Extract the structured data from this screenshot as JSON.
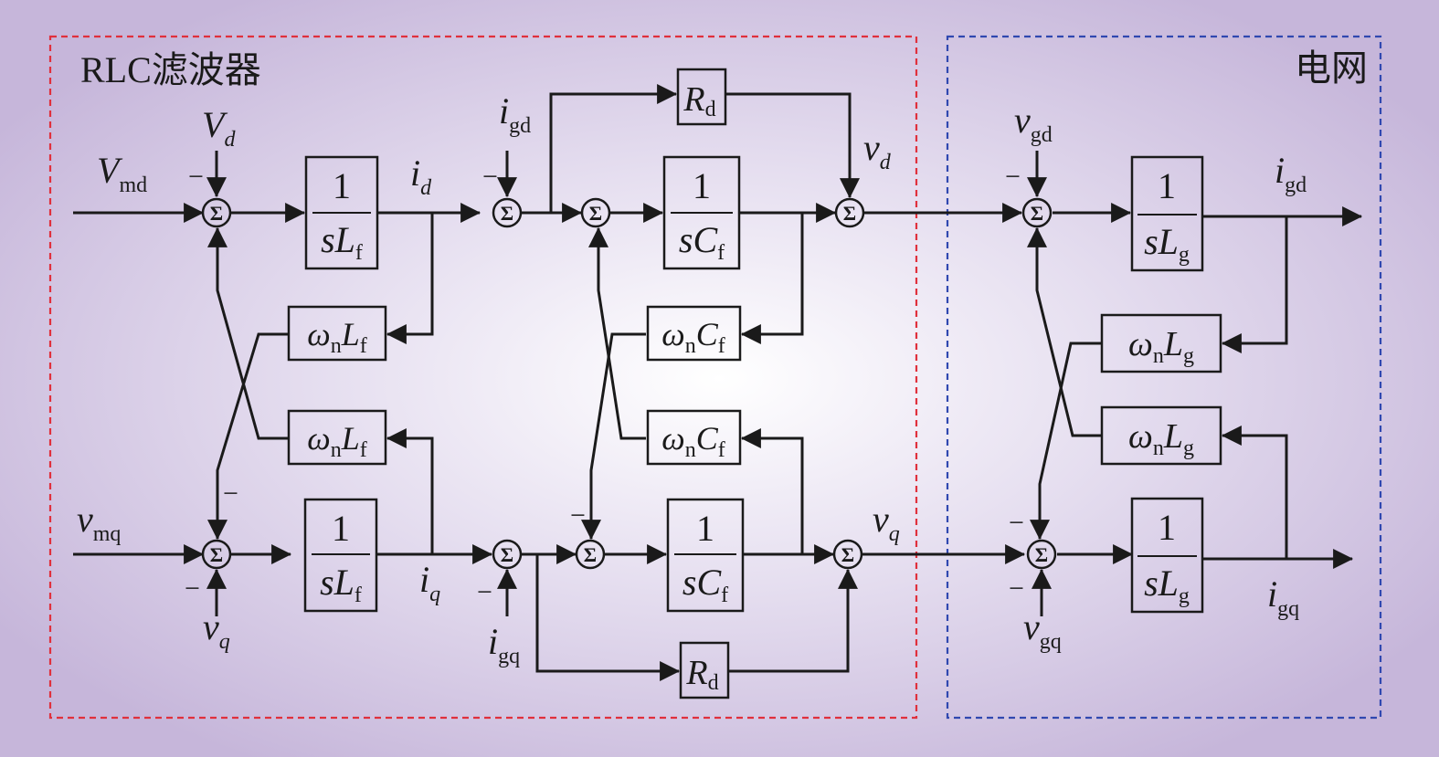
{
  "regions": {
    "filter_title": "RLC滤波器",
    "grid_title": "电网",
    "filter_border_color": "#e0303c",
    "grid_border_color": "#3048b0"
  },
  "sum_symbol": "Σ",
  "minus_sign": "−",
  "blocks": {
    "tf_numerator": "1",
    "tf_s": "s",
    "L": "L",
    "C": "C",
    "R": "R",
    "omega": "ω",
    "sub_f": "f",
    "sub_g": "g",
    "sub_n": "n",
    "sub_d": "d"
  },
  "signals": {
    "Vmd_main": "V",
    "Vmd_sub": "md",
    "Vd_main": "V",
    "Vd_sub": "d",
    "vmq_main": "v",
    "vmq_sub": "mq",
    "vq_in_main": "v",
    "vq_in_sub": "q",
    "id_main": "i",
    "id_sub": "d",
    "iq_main": "i",
    "iq_sub": "q",
    "igd_in_main": "i",
    "igd_in_sub": "gd",
    "igq_in_main": "i",
    "igq_in_sub": "gq",
    "vd_main": "v",
    "vd_sub": "d",
    "vq_main": "v",
    "vq_sub": "q",
    "vgd_main": "v",
    "vgd_sub": "gd",
    "vgq_main": "v",
    "vgq_sub": "gq",
    "igd_out_main": "i",
    "igd_out_sub": "gd",
    "igq_out_main": "i",
    "igq_out_sub": "gq"
  }
}
